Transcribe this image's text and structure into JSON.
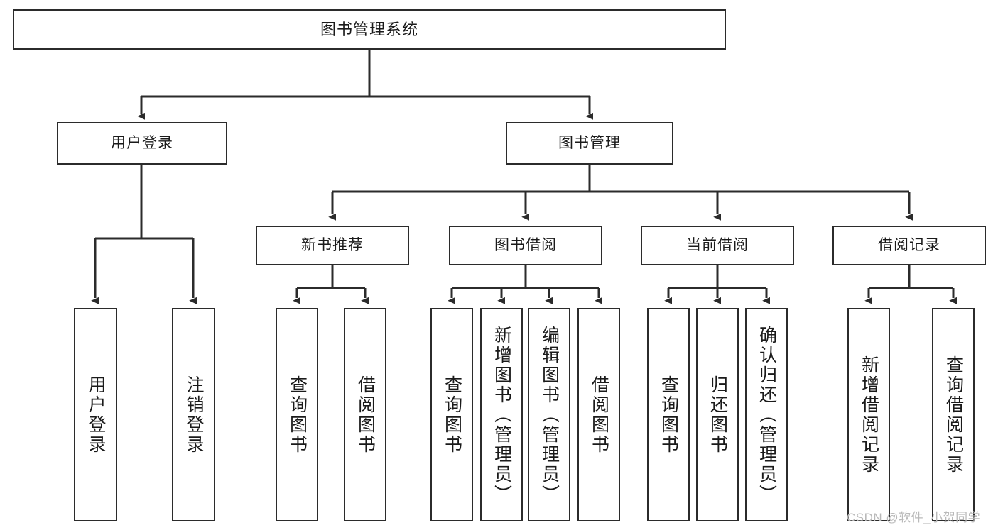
{
  "diagram": {
    "title": "图书管理系统",
    "type": "tree-hierarchy-diagram",
    "colors": {
      "stroke": "#2b2b2b",
      "fill": "#ffffff",
      "text": "#1a1a1a",
      "watermark": "#b9b9b9"
    },
    "nodes": {
      "root": {
        "label": "图书管理系统"
      },
      "level2": [
        {
          "id": "user-login",
          "label": "用户登录"
        },
        {
          "id": "book-management",
          "label": "图书管理"
        }
      ],
      "level3": [
        {
          "id": "new-book-recommend",
          "label": "新书推荐"
        },
        {
          "id": "book-borrow",
          "label": "图书借阅"
        },
        {
          "id": "current-borrow",
          "label": "当前借阅"
        },
        {
          "id": "borrow-record",
          "label": "借阅记录"
        }
      ],
      "leaves": {
        "user-login": [
          {
            "id": "leaf-user-login",
            "label": "用户登录"
          },
          {
            "id": "leaf-logout-login",
            "label": "注销登录"
          }
        ],
        "new-book-recommend": [
          {
            "id": "leaf-query-book-1",
            "label": "查询图书"
          },
          {
            "id": "leaf-borrow-book-1",
            "label": "借阅图书"
          }
        ],
        "book-borrow": [
          {
            "id": "leaf-query-book-2",
            "label": "查询图书"
          },
          {
            "id": "leaf-add-book",
            "label": "新增图书（管理员）"
          },
          {
            "id": "leaf-edit-book",
            "label": "编辑图书（管理员）"
          },
          {
            "id": "leaf-borrow-book-2",
            "label": "借阅图书"
          }
        ],
        "current-borrow": [
          {
            "id": "leaf-query-book-3",
            "label": "查询图书"
          },
          {
            "id": "leaf-return-book",
            "label": "归还图书"
          },
          {
            "id": "leaf-confirm-return",
            "label": "确认归还（管理员）"
          }
        ],
        "borrow-record": [
          {
            "id": "leaf-add-borrow-record",
            "label": "新增借阅记录"
          },
          {
            "id": "leaf-query-borrow-record",
            "label": "查询借阅记录"
          }
        ]
      }
    },
    "watermark": "CSDN @软件_小贺同学"
  }
}
